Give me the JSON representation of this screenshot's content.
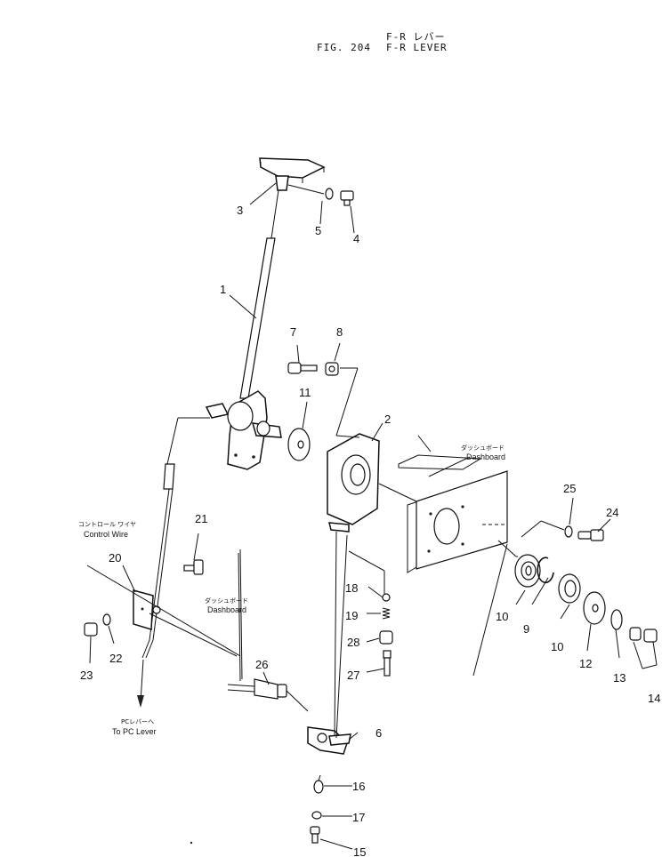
{
  "header": {
    "title_jp": "F-R レバー",
    "fig_no": "FIG. 204",
    "title_en": "F-R LEVER"
  },
  "labels": {
    "control_wire_jp": "コントロール ワイヤ",
    "control_wire_en": "Control Wire",
    "dashboard_jp_left": "ダッシュボード",
    "dashboard_en_left": "Dashboard",
    "dashboard_jp_right": "ダッシュボード",
    "dashboard_en_right": "Dashboard",
    "pc_lever_jp": "PCレバーへ",
    "pc_lever_en": "To PC Lever"
  },
  "callouts": [
    "1",
    "2",
    "3",
    "4",
    "5",
    "6",
    "7",
    "8",
    "9",
    "10",
    "10",
    "11",
    "12",
    "13",
    "14",
    "15",
    "16",
    "17",
    "18",
    "19",
    "20",
    "21",
    "22",
    "23",
    "24",
    "25",
    "26",
    "27",
    "28"
  ]
}
